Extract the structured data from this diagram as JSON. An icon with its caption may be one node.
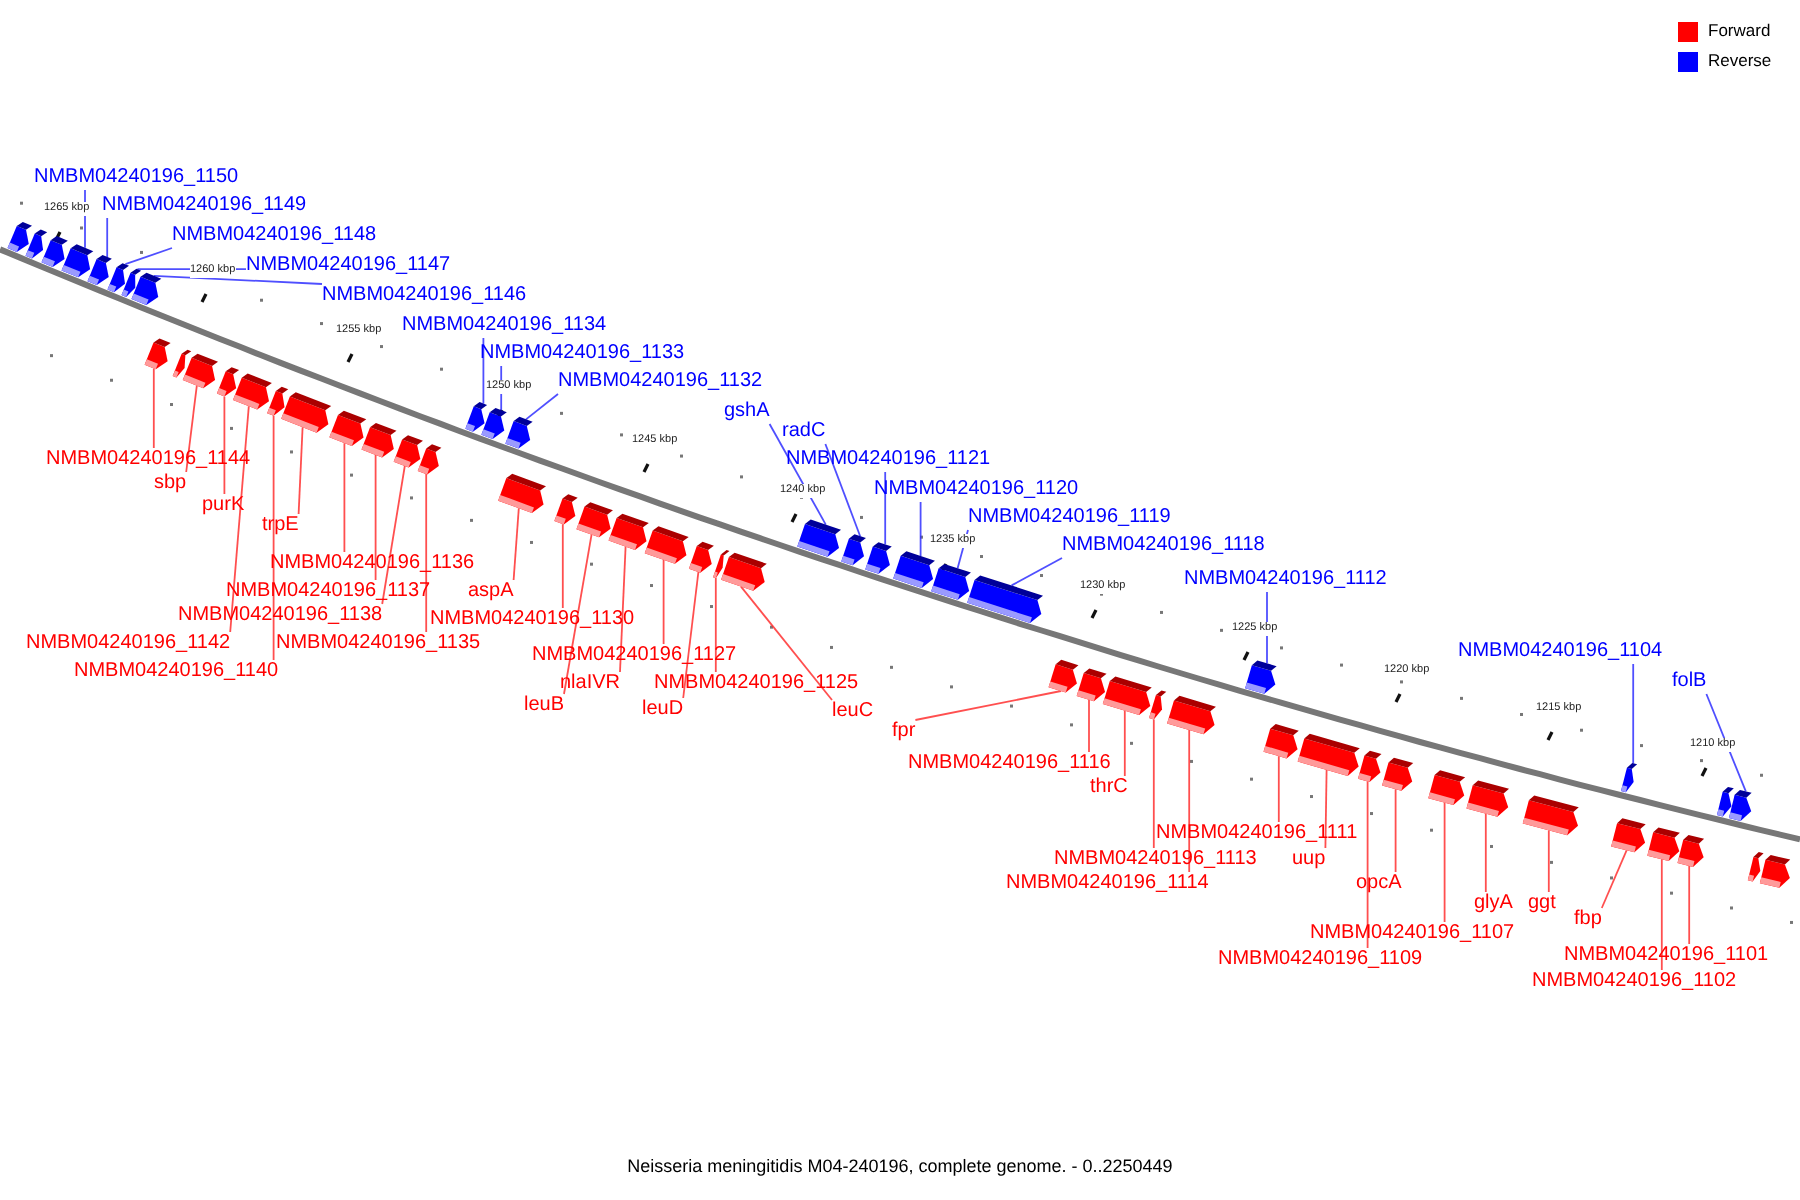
{
  "diagram": {
    "caption": "Neisseria meningitidis M04-240196, complete genome. - 0..2250449",
    "nodes": [
      {
        "text": [
          "NMBM04240196_1150"
        ]
      },
      {
        "text": [
          "NMBM04240196_1149"
        ]
      },
      {
        "text": [
          "NMBM04240196_1148"
        ]
      },
      {
        "text": [
          "NMBM04240196_1147"
        ]
      },
      {
        "text": [
          "NMBM04240196_1146"
        ]
      },
      {
        "text": [
          "NMBM04240196_1134"
        ]
      },
      {
        "text": [
          "NMBM04240196_1133"
        ]
      },
      {
        "text": [
          "NMBM04240196_1132"
        ]
      },
      {
        "text": [
          "gshA"
        ]
      },
      {
        "text": [
          "radC"
        ]
      },
      {
        "text": [
          "NMBM04240196_1144"
        ]
      },
      {
        "text": [
          "NMBM04240196_1121"
        ]
      },
      {
        "text": [
          "sbp"
        ]
      },
      {
        "text": [
          "NMBM04240196_1120"
        ]
      },
      {
        "text": [
          "purK"
        ]
      },
      {
        "text": [
          "NMBM04240196_1119"
        ]
      },
      {
        "text": [
          "trpE"
        ]
      },
      {
        "text": [
          "NMBM04240196_1118"
        ]
      },
      {
        "text": [
          "NMBM04240196_1136"
        ]
      },
      {
        "text": [
          "NMBM04240196_1112"
        ]
      },
      {
        "text": [
          "NMBM04240196_1137"
        ]
      },
      {
        "text": [
          "aspA"
        ]
      },
      {
        "text": [
          "NMBM04240196_1138"
        ]
      },
      {
        "text": [
          "NMBM04240196_1130"
        ]
      },
      {
        "text": [
          "NMBM04240196_1142"
        ]
      },
      {
        "text": [
          "NMBM04240196_1135"
        ]
      },
      {
        "text": [
          "NMBM04240196_1104"
        ]
      },
      {
        "text": [
          "NMBM04240196_1127"
        ]
      },
      {
        "text": [
          "NMBM04240196_1140"
        ]
      },
      {
        "text": [
          "nlaIVR"
        ]
      },
      {
        "text": [
          "NMBM04240196_1125"
        ]
      },
      {
        "text": [
          "folB"
        ]
      },
      {
        "text": [
          "leuB"
        ]
      },
      {
        "text": [
          "leuD"
        ]
      },
      {
        "text": [
          "leuC"
        ]
      },
      {
        "text": [
          "fpr"
        ]
      },
      {
        "text": [
          "NMBM04240196_1116"
        ]
      },
      {
        "text": [
          "thrC"
        ]
      },
      {
        "text": [
          "NMBM04240196_1111"
        ]
      },
      {
        "text": [
          "NMBM04240196_1113"
        ]
      },
      {
        "text": [
          "uup"
        ]
      },
      {
        "text": [
          "NMBM04240196_1114"
        ]
      },
      {
        "text": [
          "opcA"
        ]
      },
      {
        "text": [
          "glyA"
        ]
      },
      {
        "text": [
          "ggt"
        ]
      },
      {
        "text": [
          "fbp"
        ]
      },
      {
        "text": [
          "NMBM04240196_1107"
        ]
      },
      {
        "text": [
          "NMBM04240196_1101"
        ]
      },
      {
        "text": [
          "NMBM04240196_1109"
        ]
      },
      {
        "text": [
          "NMBM04240196_1102"
        ]
      },
      {
        "text": [],
        "shape": "box"
      },
      {
        "text": [],
        "shape": "box"
      },
      {
        "text": [],
        "shape": "box"
      },
      {
        "text": [],
        "shape": "box"
      },
      {
        "text": [],
        "shape": "box"
      },
      {
        "text": [],
        "shape": "box"
      },
      {
        "text": [],
        "shape": "box"
      },
      {
        "text": [],
        "shape": "box"
      },
      {
        "text": [],
        "shape": "box"
      },
      {
        "text": [],
        "shape": "box"
      },
      {
        "text": [],
        "shape": "box"
      },
      {
        "text": [],
        "shape": "box"
      },
      {
        "text": [],
        "shape": "box"
      },
      {
        "text": [],
        "shape": "box"
      },
      {
        "text": [],
        "shape": "box"
      },
      {
        "text": [],
        "shape": "box"
      },
      {
        "text": [],
        "shape": "box"
      },
      {
        "text": [],
        "shape": "box"
      },
      {
        "text": [],
        "shape": "box"
      },
      {
        "text": [],
        "shape": "box"
      },
      {
        "text": [],
        "shape": "box"
      },
      {
        "text": [],
        "shape": "box"
      },
      {
        "text": [],
        "shape": "box"
      },
      {
        "text": [],
        "shape": "box"
      },
      {
        "text": [],
        "shape": "box"
      },
      {
        "text": [],
        "shape": "box"
      },
      {
        "text": [],
        "shape": "box"
      },
      {
        "text": [],
        "shape": "box"
      },
      {
        "text": [],
        "shape": "box"
      },
      {
        "text": [],
        "shape": "box"
      },
      {
        "text": [],
        "shape": "box"
      },
      {
        "text": [],
        "shape": "box"
      },
      {
        "text": [],
        "shape": "box"
      },
      {
        "text": [],
        "shape": "box"
      },
      {
        "text": [],
        "shape": "box"
      },
      {
        "text": [],
        "shape": "box"
      },
      {
        "text": [],
        "shape": "box"
      },
      {
        "text": [],
        "shape": "box"
      },
      {
        "text": [],
        "shape": "box"
      },
      {
        "text": [],
        "shape": "box"
      },
      {
        "text": [],
        "shape": "box"
      },
      {
        "text": [],
        "shape": "box"
      },
      {
        "text": [],
        "shape": "box"
      },
      {
        "text": [],
        "shape": "box"
      },
      {
        "text": [],
        "shape": "box"
      },
      {
        "text": [],
        "shape": "box"
      },
      {
        "text": [],
        "shape": "box"
      },
      {
        "text": [],
        "shape": "box"
      },
      {
        "text": [],
        "shape": "box"
      },
      {
        "text": [],
        "shape": "box"
      },
      {
        "text": [],
        "shape": "box"
      },
      {
        "text": [],
        "shape": "box"
      },
      {
        "text": [],
        "shape": "box"
      },
      {
        "text": [],
        "shape": "box"
      },
      {
        "text": [],
        "shape": "box"
      },
      {
        "text": [],
        "shape": "box"
      },
      {
        "text": [],
        "shape": "box"
      }
    ],
    "edges": [
      {
        "from": 0,
        "to": 53,
        "arrow": "none",
        "color": "#3030ff"
      },
      {
        "from": 1,
        "to": 54,
        "arrow": "none",
        "color": "#3030ff"
      },
      {
        "from": 2,
        "to": 55,
        "arrow": "none",
        "color": "#3030ff"
      },
      {
        "from": 3,
        "to": 56,
        "arrow": "none",
        "color": "#3030ff"
      },
      {
        "from": 4,
        "to": 57,
        "arrow": "none",
        "color": "#3030ff"
      },
      {
        "from": 5,
        "to": 69,
        "arrow": "none",
        "color": "#3030ff"
      },
      {
        "from": 6,
        "to": 70,
        "arrow": "none",
        "color": "#3030ff"
      },
      {
        "from": 7,
        "to": 71,
        "arrow": "none",
        "color": "#3030ff"
      },
      {
        "from": 8,
        "to": 80,
        "arrow": "none",
        "color": "#3030ff"
      },
      {
        "from": 9,
        "to": 81,
        "arrow": "none",
        "color": "#3030ff"
      },
      {
        "from": 10,
        "to": 58,
        "arrow": "none"
      },
      {
        "from": 11,
        "to": 82,
        "arrow": "none",
        "color": "#3030ff"
      },
      {
        "from": 12,
        "to": 60,
        "arrow": "none"
      },
      {
        "from": 13,
        "to": 83,
        "arrow": "none",
        "color": "#3030ff"
      },
      {
        "from": 14,
        "to": 61,
        "arrow": "none"
      },
      {
        "from": 15,
        "to": 84,
        "arrow": "none",
        "color": "#3030ff"
      },
      {
        "from": 16,
        "to": 64,
        "arrow": "none"
      },
      {
        "from": 17,
        "to": 85,
        "arrow": "none",
        "color": "#3030ff"
      },
      {
        "from": 18,
        "to": 65,
        "arrow": "none"
      },
      {
        "from": 19,
        "to": 91,
        "arrow": "none",
        "color": "#3030ff"
      },
      {
        "from": 20,
        "to": 66,
        "arrow": "none"
      },
      {
        "from": 21,
        "to": 72,
        "arrow": "none"
      },
      {
        "from": 22,
        "to": 67,
        "arrow": "none"
      },
      {
        "from": 23,
        "to": 73,
        "arrow": "none"
      },
      {
        "from": 24,
        "to": 62,
        "arrow": "none"
      },
      {
        "from": 25,
        "to": 68,
        "arrow": "none"
      },
      {
        "from": 26,
        "to": 99,
        "arrow": "none",
        "color": "#3030ff"
      },
      {
        "from": 27,
        "to": 76,
        "arrow": "none"
      },
      {
        "from": 28,
        "to": 63,
        "arrow": "none"
      },
      {
        "from": 29,
        "to": 75,
        "arrow": "none"
      },
      {
        "from": 30,
        "to": 78,
        "arrow": "none"
      },
      {
        "from": 31,
        "to": 104,
        "arrow": "none",
        "color": "#3030ff"
      },
      {
        "from": 32,
        "to": 74,
        "arrow": "none"
      },
      {
        "from": 33,
        "to": 77,
        "arrow": "none"
      },
      {
        "from": 34,
        "to": 79,
        "arrow": "none"
      },
      {
        "from": 35,
        "to": 86,
        "arrow": "none"
      },
      {
        "from": 36,
        "to": 87,
        "arrow": "none"
      },
      {
        "from": 37,
        "to": 88,
        "arrow": "none"
      },
      {
        "from": 38,
        "to": 92,
        "arrow": "none"
      },
      {
        "from": 39,
        "to": 89,
        "arrow": "none"
      },
      {
        "from": 40,
        "to": 93,
        "arrow": "none"
      },
      {
        "from": 41,
        "to": 90,
        "arrow": "none"
      },
      {
        "from": 42,
        "to": 95,
        "arrow": "none"
      },
      {
        "from": 43,
        "to": 97,
        "arrow": "none"
      },
      {
        "from": 44,
        "to": 98,
        "arrow": "none"
      },
      {
        "from": 45,
        "to": 100,
        "arrow": "none"
      },
      {
        "from": 46,
        "to": 96,
        "arrow": "none"
      },
      {
        "from": 47,
        "to": 102,
        "arrow": "none"
      },
      {
        "from": 48,
        "to": 94,
        "arrow": "none"
      },
      {
        "from": 49,
        "to": 101,
        "arrow": "none"
      }
    ],
    "labels": [
      "1265 kbp",
      "1260 kbp",
      "1255 kbp",
      "1250 kbp",
      "1245 kbp",
      "1240 kbp",
      "1235 kbp",
      "1230 kbp",
      "1225 kbp",
      "1220 kbp",
      "1215 kbp",
      "1210 kbp"
    ],
    "legend": [
      {
        "text": "Forward",
        "color": "#ff0000"
      },
      {
        "text": "Reverse",
        "color": "#0000ff"
      }
    ]
  }
}
